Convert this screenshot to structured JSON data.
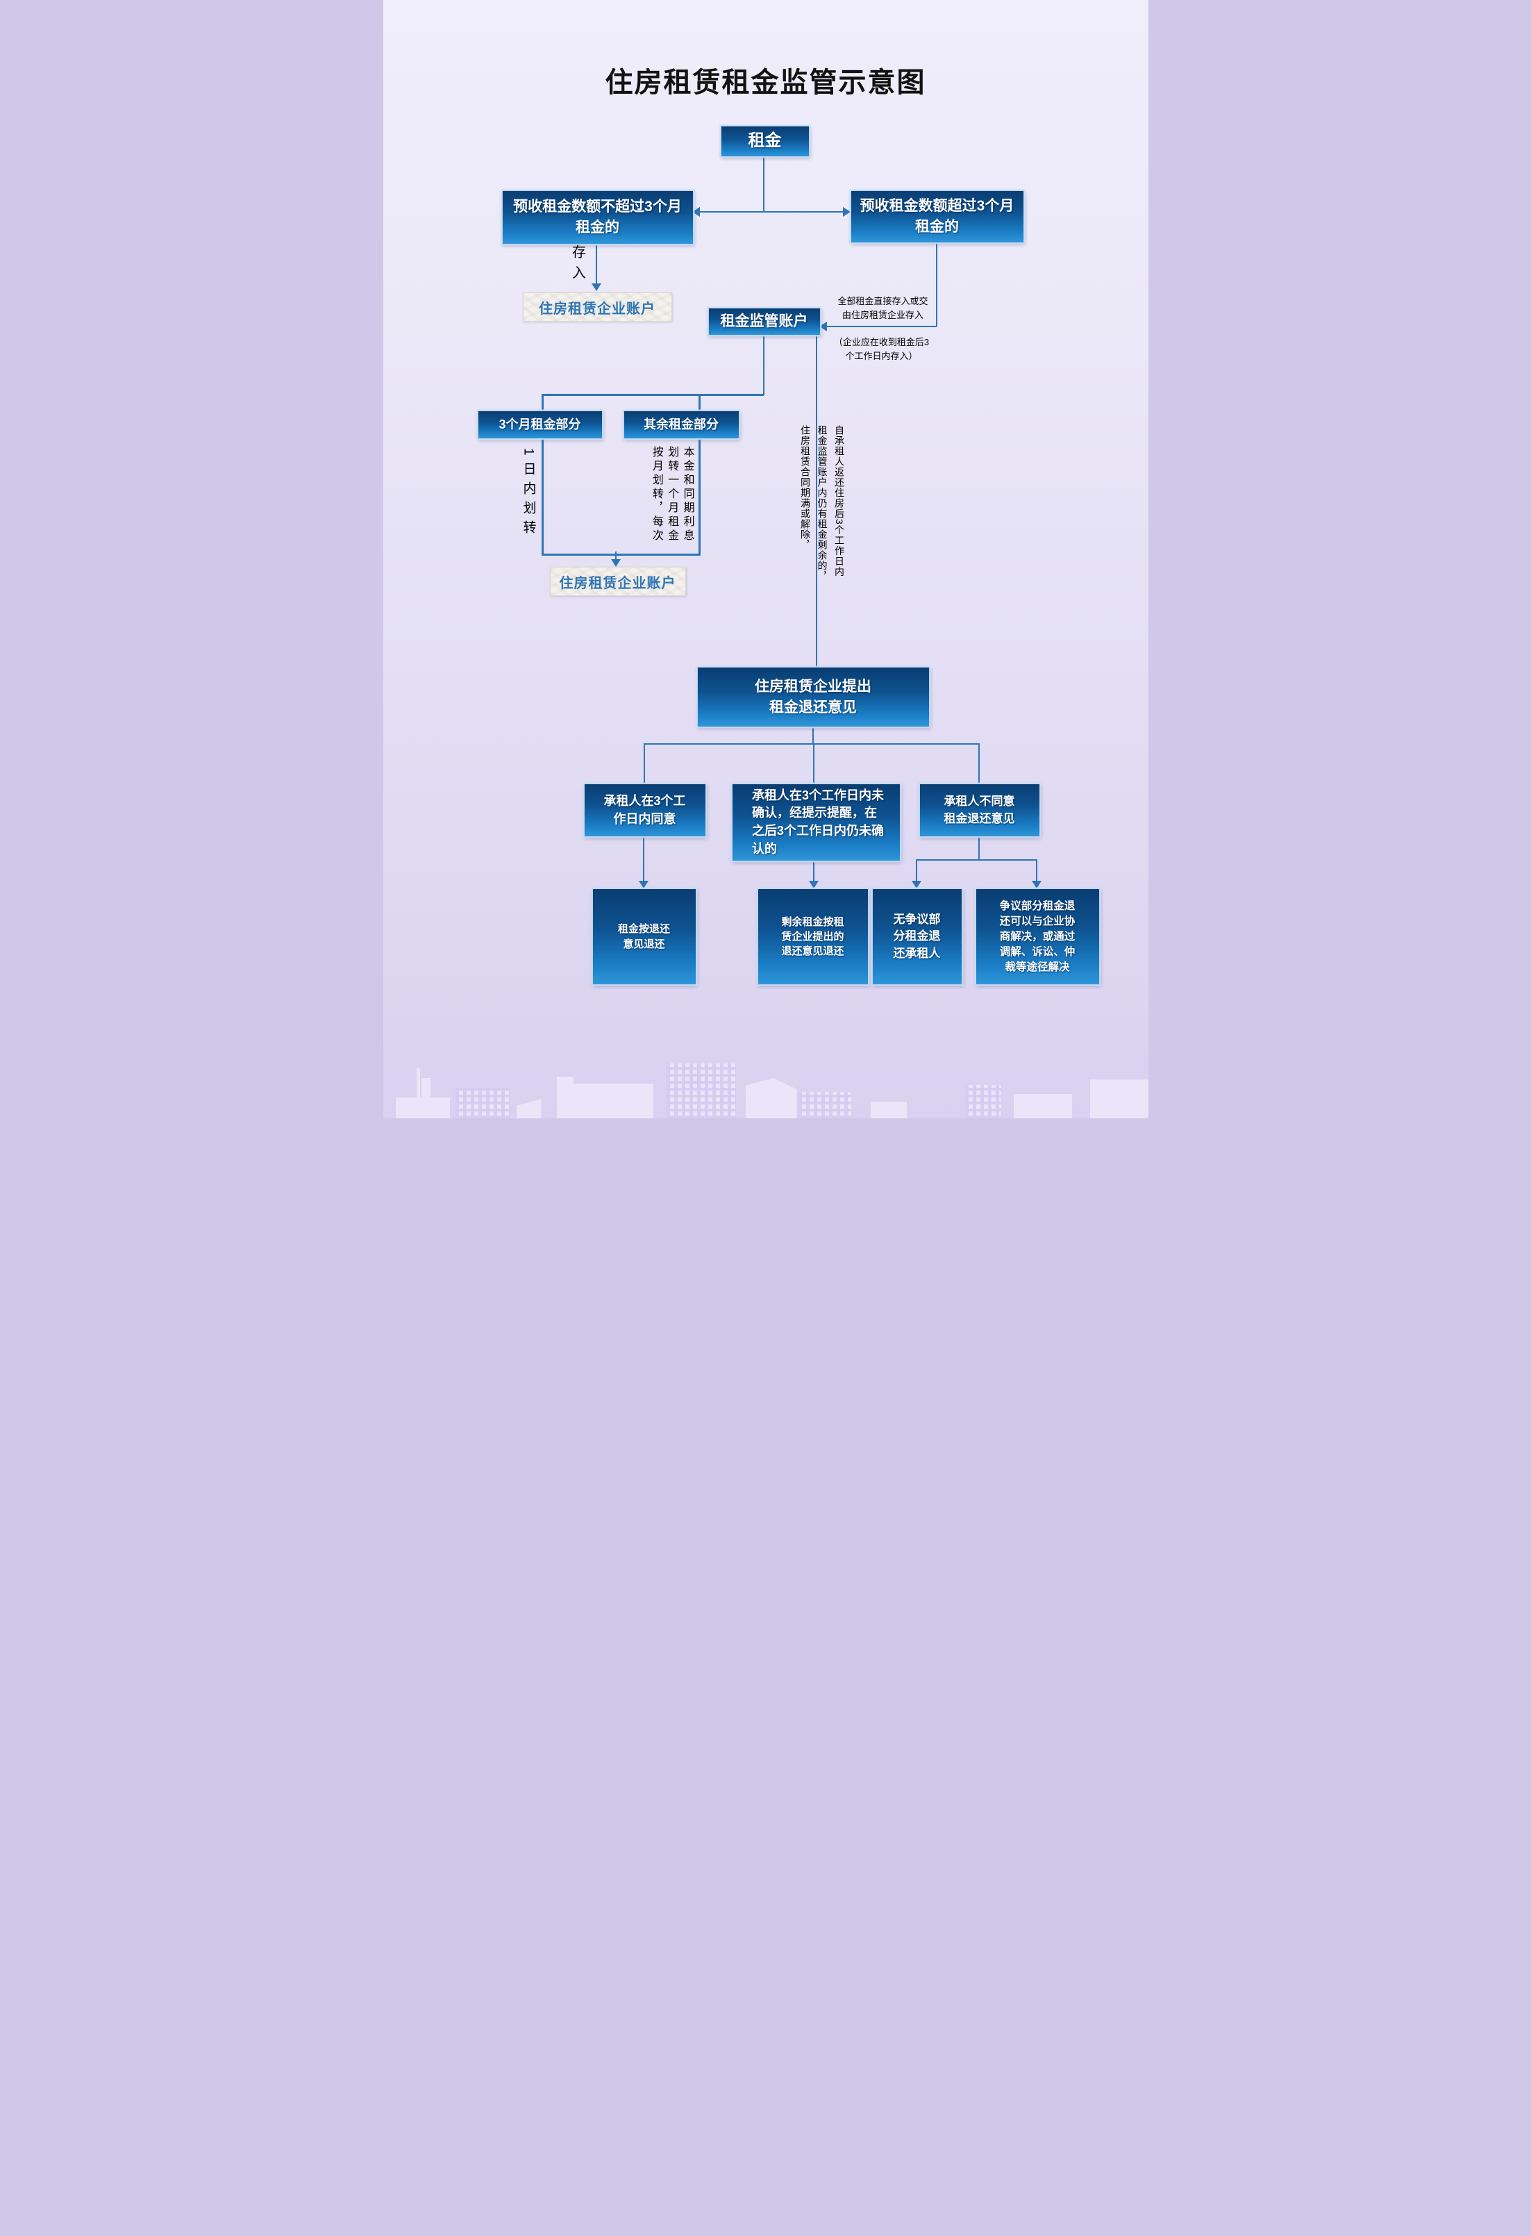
{
  "title": "住房租赁租金监管示意图",
  "colors": {
    "node_gradient_top": "#0a3d72",
    "node_gradient_bottom": "#2f96d8",
    "node_text": "#ffffff",
    "connector": "#2e75b6",
    "paper_label_bg": "#f4f2ed",
    "paper_label_text": "#2e74b5",
    "annotation_text": "#000000",
    "background_top": "#f0eefb",
    "background_bottom": "#d9d1ef"
  },
  "nodes": {
    "rent": {
      "label": "租金"
    },
    "row1_left": {
      "label": "预收租金数额不超过3个月\n租金的"
    },
    "row1_right": {
      "label": "预收租金数额超过3个月\n租金的"
    },
    "company_account_1": {
      "label": "住房租赁企业账户"
    },
    "monitor_account": {
      "label": "租金监管账户"
    },
    "three_month_part": {
      "label": "3个月租金部分"
    },
    "rest_part": {
      "label": "其余租金部分"
    },
    "company_account_2": {
      "label": "住房租赁企业账户"
    },
    "propose": {
      "label": "住房租赁企业提出\n租金退还意见"
    },
    "row2_agree": {
      "label": "承租人在3个工\n作日内同意"
    },
    "row2_noconfirm": {
      "label": "承租人在3个工作日内未\n确认，经提示提醒，在\n之后3个工作日内仍未确\n认的"
    },
    "row2_disagree": {
      "label": "承租人不同意\n租金退还意见"
    },
    "bottom_refund_as_opinion": {
      "label": "租金按退还\n意见退还"
    },
    "bottom_remaining_refund": {
      "label": "剩余租金按租\n赁企业提出的\n退还意见退还"
    },
    "bottom_undisputed": {
      "label": "无争议部\n分租金退\n还承租人"
    },
    "bottom_disputed": {
      "label": "争议部分租金退\n还可以与企业协\n商解决，或通过\n调解、诉讼、仲\n裁等途径解决"
    }
  },
  "annotations": {
    "deposit": "存入",
    "full_rent_note": "全部租金直接存入或交\n由住房租赁企业存入",
    "deadline_note": "（企业应在收到租金后3\n个工作日内存入）",
    "one_day_transfer": "1日内划转",
    "rest_transfer_note": "本金和同期利息\n划转一个月租金\n按月划转，每次",
    "remaining_note": "自承租人返还住房后3个工作日内\n租金监管账户内仍有租金剩余的，\n住房租赁合同期满或解除，"
  }
}
